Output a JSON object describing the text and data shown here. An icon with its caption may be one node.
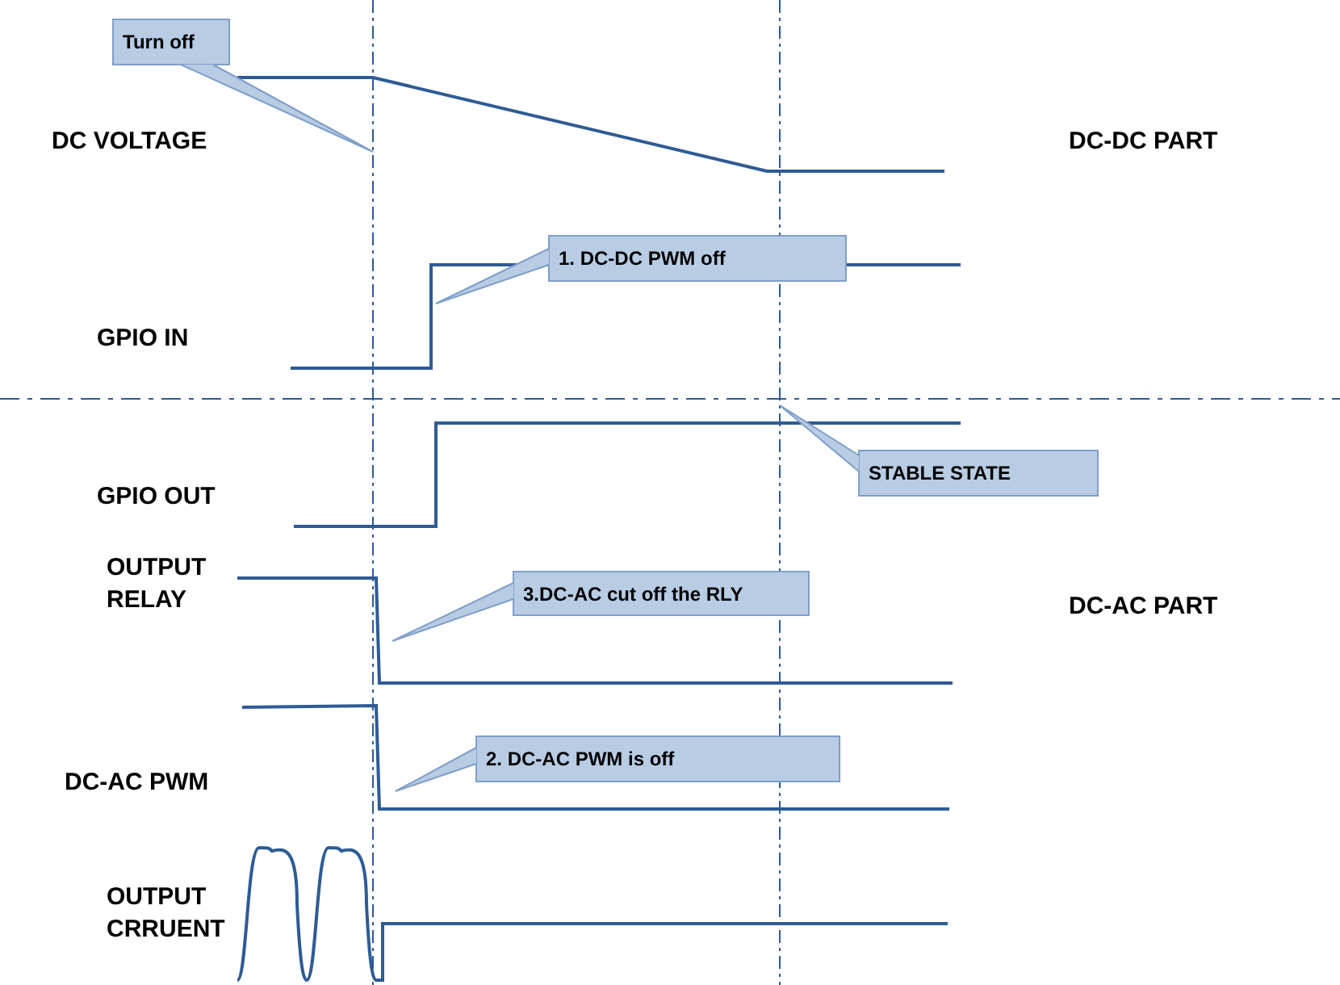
{
  "diagram": {
    "nodes": [
      {
        "text": [
          "Turn off"
        ]
      },
      {
        "text": [
          "1. DC-DC PWM off"
        ]
      },
      {
        "text": [
          "STABLE STATE"
        ]
      },
      {
        "text": [
          "3.DC-AC cut off the RLY"
        ]
      },
      {
        "text": [
          "2. DC-AC PWM is off"
        ]
      }
    ],
    "labels": [
      "DC VOLTAGE",
      "DC-DC PART",
      "GPIO IN",
      "GPIO OUT",
      "OUTPUT RELAY",
      "DC-AC PART",
      "DC-AC PWM",
      "OUTPUT CRRUENT"
    ]
  }
}
